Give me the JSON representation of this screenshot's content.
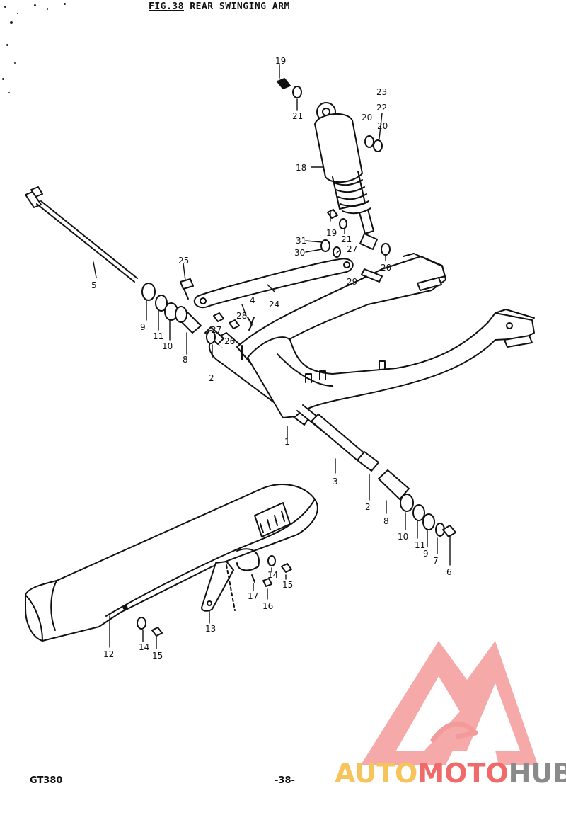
{
  "header": {
    "fig_label": "FIG.38",
    "title": "REAR SWINGING ARM"
  },
  "footer": {
    "model": "GT380",
    "page": "-38-"
  },
  "watermark": {
    "part1": "AUTO",
    "part2": "MOTO",
    "part3": "HUB",
    "colors": {
      "auto": "#f7c45c",
      "moto": "#f06a6a",
      "hub": "#8a8a8a"
    }
  },
  "callouts": [
    {
      "label": "19"
    },
    {
      "label": "21"
    },
    {
      "label": "23"
    },
    {
      "label": "22"
    },
    {
      "label": "20"
    },
    {
      "label": "20"
    },
    {
      "label": "18"
    },
    {
      "label": "19"
    },
    {
      "label": "21"
    },
    {
      "label": "31"
    },
    {
      "label": "30"
    },
    {
      "label": "27"
    },
    {
      "label": "20"
    },
    {
      "label": "29"
    },
    {
      "label": "25"
    },
    {
      "label": "5"
    },
    {
      "label": "24"
    },
    {
      "label": "4"
    },
    {
      "label": "28"
    },
    {
      "label": "27"
    },
    {
      "label": "26"
    },
    {
      "label": "9"
    },
    {
      "label": "11"
    },
    {
      "label": "10"
    },
    {
      "label": "8"
    },
    {
      "label": "2"
    },
    {
      "label": "1"
    },
    {
      "label": "3"
    },
    {
      "label": "2"
    },
    {
      "label": "8"
    },
    {
      "label": "10"
    },
    {
      "label": "11"
    },
    {
      "label": "9"
    },
    {
      "label": "7"
    },
    {
      "label": "6"
    },
    {
      "label": "14"
    },
    {
      "label": "15"
    },
    {
      "label": "17"
    },
    {
      "label": "16"
    },
    {
      "label": "13"
    },
    {
      "label": "12"
    },
    {
      "label": "14"
    },
    {
      "label": "15"
    }
  ]
}
